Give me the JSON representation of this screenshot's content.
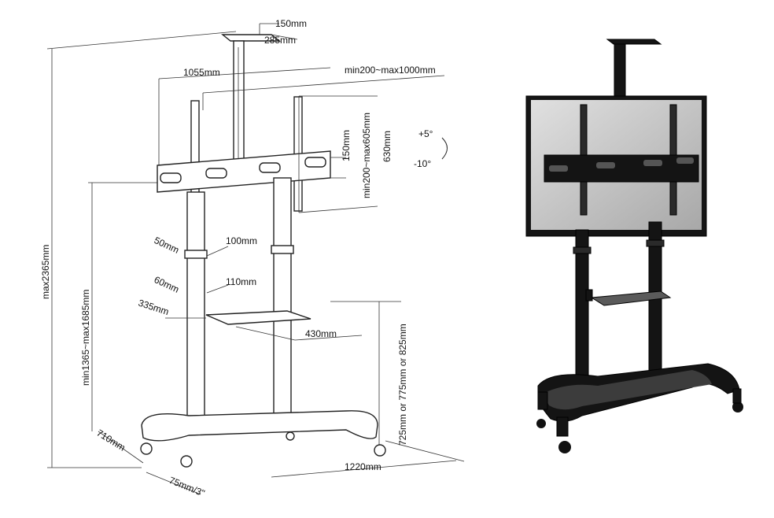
{
  "dimensions": {
    "top_width": "150mm",
    "top_depth": "285mm",
    "mount_width": "1055mm",
    "mount_range_h": "min200~max1000mm",
    "mount_range_v": "min200~max605mm",
    "mount_spacing": "150mm",
    "mount_height": "630mm",
    "tilt_up": "+5°",
    "tilt_down": "-10°",
    "total_height": "max2365mm",
    "height_range": "min1365~max1685mm",
    "clamp1_a": "50mm",
    "clamp1_b": "100mm",
    "clamp2_a": "60mm",
    "clamp2_b": "110mm",
    "shelf_depth": "335mm",
    "shelf_width": "430mm",
    "shelf_height": "725mm or 775mm or 825mm",
    "base_depth": "710mm",
    "base_width": "1220mm",
    "caster": "75mm/3\""
  },
  "colors": {
    "line": "#222222",
    "product_dark": "#141414",
    "screen_gray": "#c8c8c8"
  }
}
